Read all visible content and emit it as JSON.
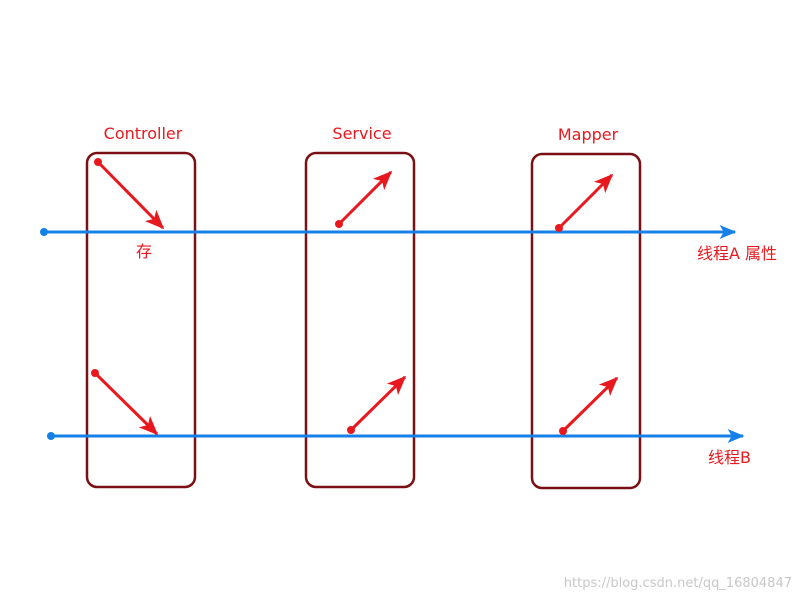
{
  "layers": {
    "controller": "Controller",
    "service": "Service",
    "mapper": "Mapper"
  },
  "threads": {
    "a": "线程A 属性",
    "b": "线程B"
  },
  "annotation": "存",
  "watermark": "https://blog.csdn.net/qq_16804847",
  "colors": {
    "box": "#7a1013",
    "thread": "#1580e8",
    "arrow": "#e8191e",
    "text": "#e8191e"
  }
}
